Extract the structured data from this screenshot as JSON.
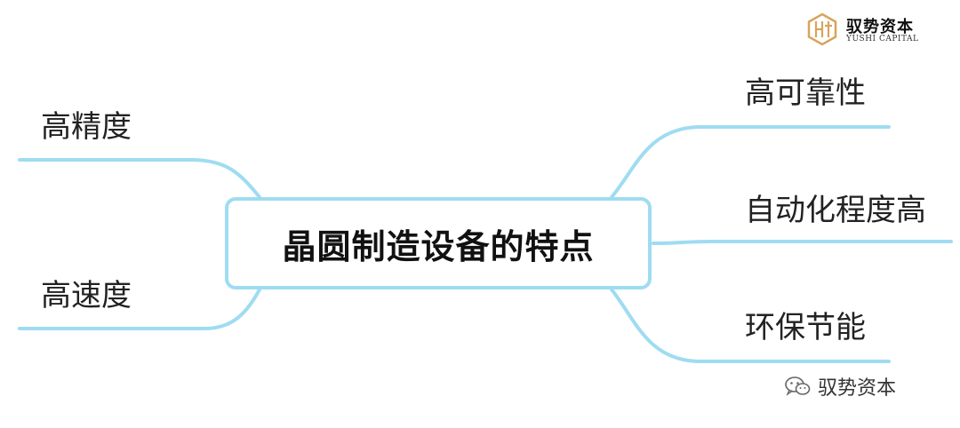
{
  "diagram": {
    "center": "晶圆制造设备的特点",
    "left_branches": [
      "高精度",
      "高速度"
    ],
    "right_branches": [
      "高可靠性",
      "自动化程度高",
      "环保节能"
    ]
  },
  "logo": {
    "name_cn": "驭势资本",
    "name_en": "YUSHI CAPITAL",
    "mark_color": "#d9a45b"
  },
  "watermark": {
    "icon": "wechat-icon",
    "text": "驭势资本"
  },
  "colors": {
    "branch": "#9fdcf2",
    "text": "#222222"
  }
}
